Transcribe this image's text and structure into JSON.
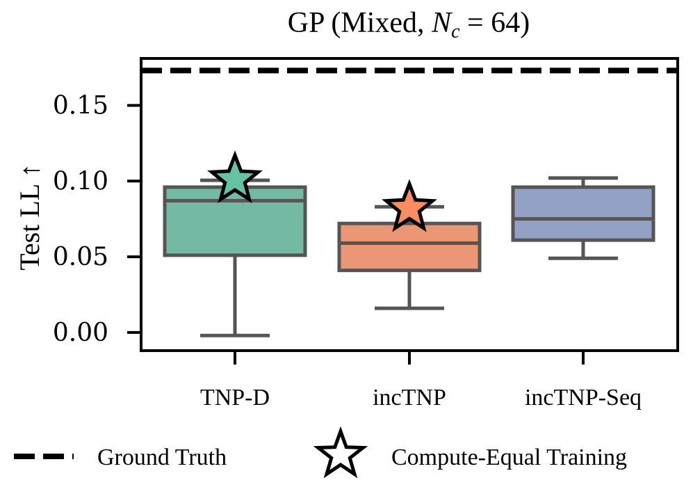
{
  "chart_data": {
    "type": "box",
    "title_parts": {
      "prefix": "GP (Mixed, ",
      "var": "N",
      "sub": "c",
      "suffix": " = 64)"
    },
    "xlabel": "",
    "ylabel": "Test LL ↑",
    "ylim": [
      -0.012,
      0.181
    ],
    "yticks": [
      0.0,
      0.05,
      0.1,
      0.15
    ],
    "ytick_labels": [
      "0.00",
      "0.05",
      "0.10",
      "0.15"
    ],
    "categories": [
      "TNP-D",
      "incTNP",
      "incTNP-Seq"
    ],
    "boxes": [
      {
        "name": "TNP-D",
        "whisker_low": -0.002,
        "q1": 0.051,
        "median": 0.087,
        "q3": 0.096,
        "whisker_high": 0.1005,
        "color": "#73b9a3"
      },
      {
        "name": "incTNP",
        "whisker_low": 0.016,
        "q1": 0.041,
        "median": 0.059,
        "q3": 0.072,
        "whisker_high": 0.083,
        "color": "#eb9776"
      },
      {
        "name": "incTNP-Seq",
        "whisker_low": 0.049,
        "q1": 0.061,
        "median": 0.075,
        "q3": 0.096,
        "whisker_high": 0.102,
        "color": "#93a1c4"
      }
    ],
    "stars": [
      {
        "category": "TNP-D",
        "value": 0.101,
        "color": "#66c2a5"
      },
      {
        "category": "incTNP",
        "value": 0.082,
        "color": "#fc8d62"
      }
    ],
    "ground_truth": 0.173,
    "grid": false,
    "legend": {
      "placement": "bottom",
      "entries": [
        {
          "label": "Ground Truth",
          "marker": "dashed-line"
        },
        {
          "label": "Compute-Equal Training",
          "marker": "star-outline"
        }
      ]
    }
  }
}
